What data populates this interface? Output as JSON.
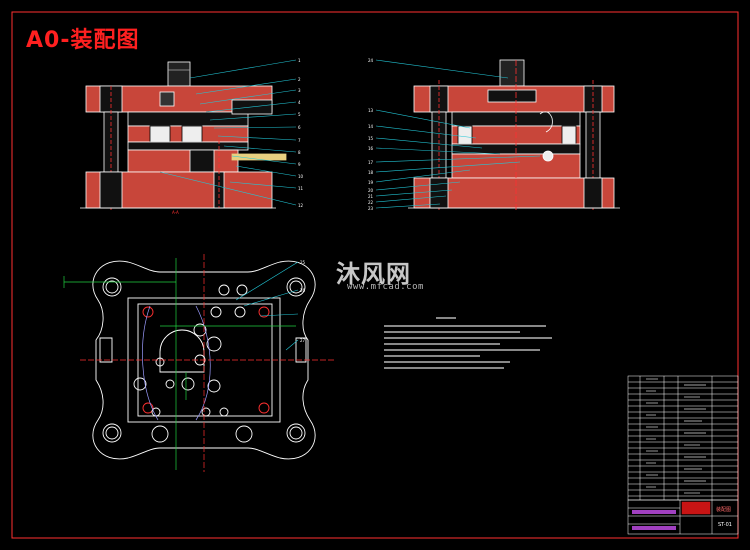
{
  "drawing": {
    "title": "A0-装配图",
    "colors": {
      "background": "#000000",
      "frame": "#ff3030",
      "part_outline": "#ffffff",
      "section_hatch": "#c8463a",
      "leader": "#22c6d6",
      "center_line": "#ff3030",
      "guide_circle": "#9c9cff",
      "green_line": "#20d040",
      "title_red": "#ff2020",
      "watermark": "#ffffff"
    }
  },
  "views": {
    "front_view_left": {
      "callouts": [
        "1",
        "2",
        "3",
        "4",
        "5",
        "6",
        "7",
        "8",
        "9",
        "10",
        "11",
        "12"
      ]
    },
    "side_view_right": {
      "callouts_left": [
        "13",
        "14",
        "15",
        "16",
        "17",
        "18",
        "19",
        "20",
        "21",
        "22",
        "23"
      ],
      "callouts_top": [
        "24"
      ]
    },
    "plan_view": {
      "callouts": [
        "25",
        "26",
        "27"
      ]
    }
  },
  "watermark": {
    "text": "沐风网",
    "url": "www.mfcad.com"
  },
  "title_block": {
    "company_label": "ST-01",
    "drawing_name_label": "装配图"
  }
}
